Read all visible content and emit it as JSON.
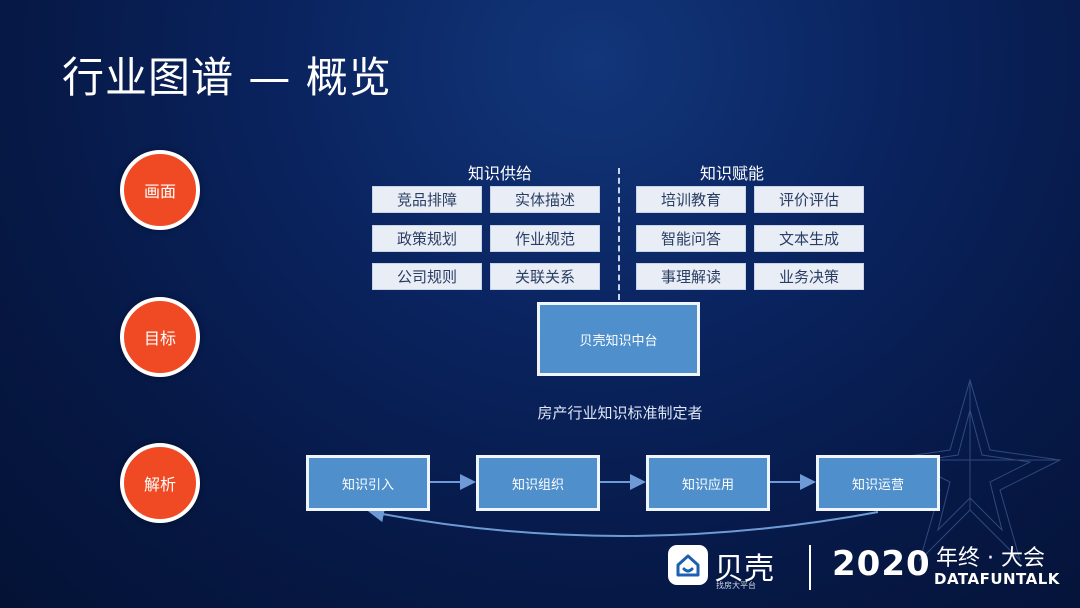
{
  "title": "行业图谱 — 概览",
  "labels": {
    "canvas": "画面",
    "goal": "目标",
    "analysis": "解析"
  },
  "supply": {
    "heading": "知识供给",
    "tags": [
      "竞品排障",
      "实体描述",
      "政策规划",
      "作业规范",
      "公司规则",
      "关联关系"
    ]
  },
  "empower": {
    "heading": "知识赋能",
    "tags": [
      "培训教育",
      "评价评估",
      "智能问答",
      "文本生成",
      "事理解读",
      "业务决策"
    ]
  },
  "platform": "贝壳知识中台",
  "subtitle": "房产行业知识标准制定者",
  "process": [
    "知识引入",
    "知识组织",
    "知识应用",
    "知识运营"
  ],
  "footer": {
    "brand": "贝壳",
    "slogan": "找房大平台",
    "year": "2020",
    "event": "年终 · 大会",
    "org": "DATAFUNTALK"
  },
  "colors": {
    "accent_circle": "#ef4a23",
    "box_blue": "#4f8fcc",
    "tag_bg": "#e9eef6"
  }
}
